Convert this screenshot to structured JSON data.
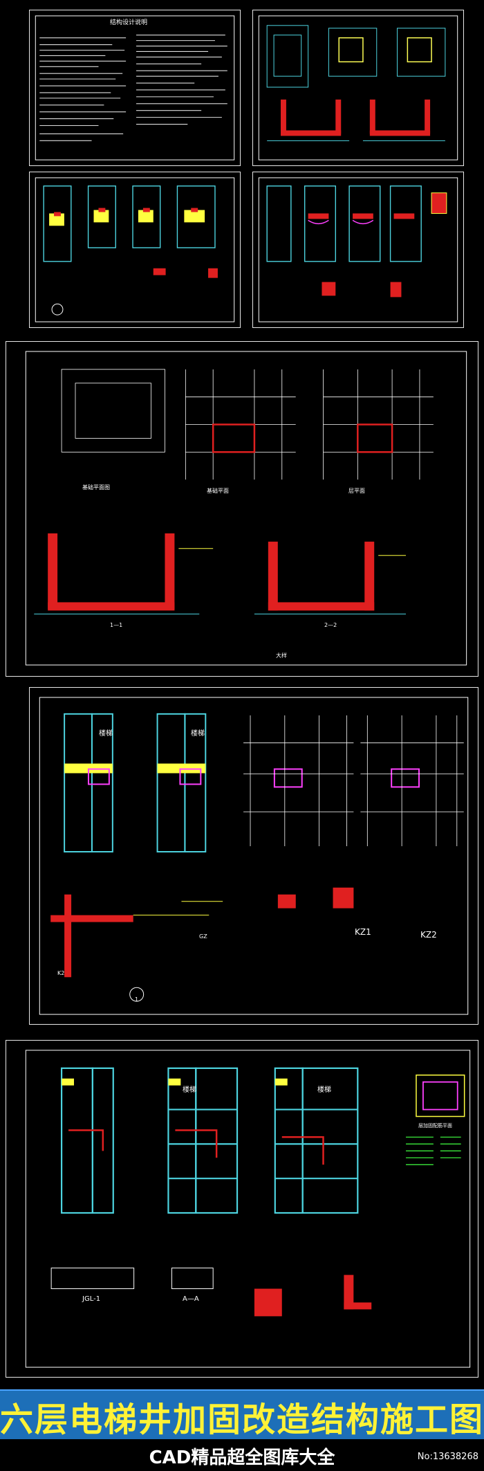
{
  "sheet1": {
    "notes_title": "结构设计说明"
  },
  "sheet3": {
    "plan1": "基础平面图",
    "plan2": "基础平面",
    "plan3": "层平面",
    "sec1": "1—1",
    "sec2": "2—2",
    "detail": "大样"
  },
  "sheet4": {
    "stair": "楼梯",
    "kz1": "KZ1",
    "kz2": "KZ2",
    "k2": "K2",
    "gz": "GZ",
    "circle": "1"
  },
  "sheet5": {
    "stair": "楼梯",
    "jgl": "JGL-1",
    "aa": "A—A",
    "plan_caption": "层加固配筋平面"
  },
  "banner": {
    "title": "六层电梯井加固改造结构施工图",
    "subtitle": "CAD精品超全图库大全",
    "code": "No:13638268"
  },
  "colors": {
    "background": "#000000",
    "frame": "#e8e8e8",
    "banner_bar": "#1d6fb8",
    "banner_title": "#fff236"
  }
}
